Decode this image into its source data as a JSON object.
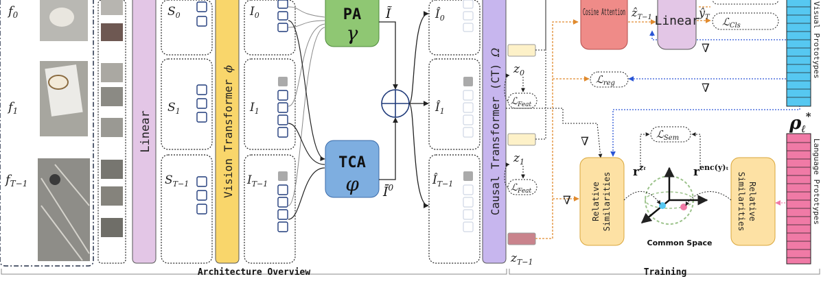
{
  "frames": {
    "f0": "f",
    "f0_sub": "0",
    "f1": "f",
    "f1_sub": "1",
    "fT": "f",
    "fT_sub": "T−1"
  },
  "linear": "Linear",
  "spatial": {
    "s0": "S",
    "s0_sub": "0",
    "s1": "S",
    "s1_sub": "1",
    "sT": "S",
    "sT_sub": "T−1"
  },
  "vit": "Vision Transformer",
  "vit_symbol": "ϕ",
  "inputs": {
    "i0": "I",
    "i0_sub": "0",
    "i1": "I",
    "i1_sub": "1",
    "iT": "I",
    "iT_sub": "T−1"
  },
  "pa": {
    "label": "PA",
    "symbol": "γ"
  },
  "tca": {
    "label": "TCA",
    "symbol": "φ"
  },
  "itilde": "Ĩ",
  "ibar": "Ī",
  "ibar_sup": "0",
  "outputs": {
    "o0": "Î",
    "o0_sub": "0",
    "o1": "Î",
    "o1_sub": "1",
    "oT": "Î",
    "oT_sub": "T−1"
  },
  "ct": {
    "label": "Causal Transformer (CT)",
    "symbol": "Ω"
  },
  "z": {
    "z0": "z",
    "z0_sub": "0",
    "z1": "z",
    "z1_sub": "1",
    "zT": "z",
    "zT_sub": "T−1"
  },
  "losses": {
    "feat": "ℒ",
    "feat_sub": "Feat",
    "reg": "ℒ",
    "reg_sub": "reg",
    "cls": "ℒ",
    "cls_sub": "Cls",
    "sem": "ℒ",
    "sem_sub": "Sem"
  },
  "cosine": "Cosine Attention",
  "linear_right": "Linear",
  "zhat": "ẑ",
  "zhat_sub": "T−1",
  "yhat": "ŷ",
  "yhat_sub": "T",
  "nabla": "∇",
  "visual_protos": "Visual Prototypes",
  "lang_protos": "Language Prototypes",
  "rho": "ρ",
  "rho_sub": "ℓ",
  "rho_sup": "*",
  "relsim": "Relative Similarities",
  "r_zt": "r",
  "r_zt_sup": "zₜ",
  "r_enc": "r",
  "r_enc_sup": "enc(y)ₜ",
  "common_space": "Common Space",
  "section_left": "Architecture Overview",
  "section_right": "Training",
  "colors": {
    "pa": "#8fc773",
    "tca": "#7eaee0",
    "ct": "#c7b6ee",
    "linear": "#e3c6e6",
    "vit": "#f9d66b",
    "relsim": "#fde1a4",
    "cosine": "#ef8b88",
    "visual_proto": "#56c8f1",
    "lang_proto": "#f07aa6",
    "orange_arrow": "#e08a2e",
    "blue_arrow": "#2a55d6"
  }
}
